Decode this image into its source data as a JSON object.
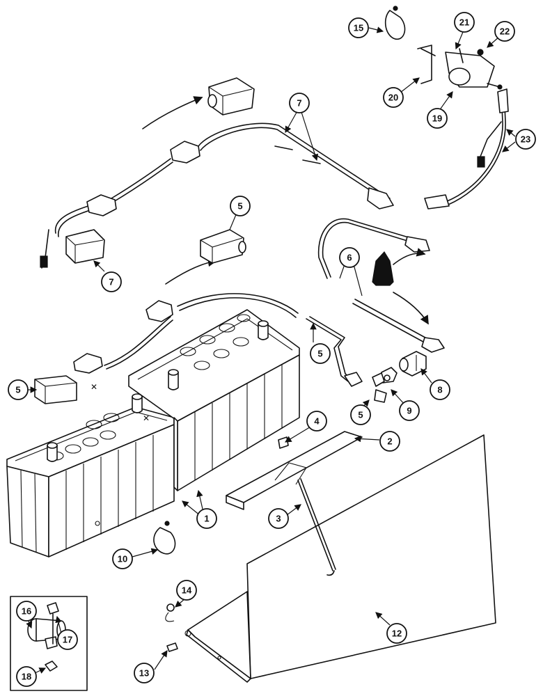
{
  "callouts": {
    "c1": "1",
    "c2": "2",
    "c3": "3",
    "c4": "4",
    "c5a": "5",
    "c5b": "5",
    "c5c": "5",
    "c5d": "5",
    "c6": "6",
    "c7a": "7",
    "c7b": "7",
    "c8": "8",
    "c9": "9",
    "c10": "10",
    "c12": "12",
    "c13": "13",
    "c14": "14",
    "c15": "15",
    "c16": "16",
    "c17": "17",
    "c18": "18",
    "c19": "19",
    "c20": "20",
    "c21": "21",
    "c22": "22",
    "c23": "23"
  }
}
